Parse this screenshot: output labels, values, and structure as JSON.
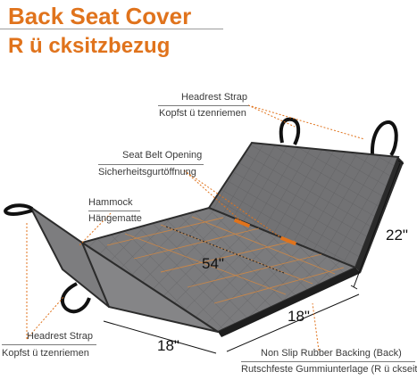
{
  "header": {
    "title": "Back Seat Cover",
    "subtitle": "R ü cksitzbezug"
  },
  "callouts": {
    "headrest_top_en": "Headrest Strap",
    "headrest_top_de": "Kopfst ü tzenriemen",
    "seatbelt_en": "Seat Belt Opening",
    "seatbelt_de": "Sicherheitsgurtöffnung",
    "hammock_en": "Hammock",
    "hammock_de": "Hängematte",
    "headrest_bottom_en": "Headrest Strap",
    "headrest_bottom_de": "Kopfst ü tzenriemen",
    "backing_en": "Non Slip Rubber Backing (Back)",
    "backing_de": "Rutschfeste Gummiunterlage (R ü ckseite)"
  },
  "dimensions": {
    "width": "54\"",
    "height": "22\"",
    "depth": "18\"",
    "flap": "18\""
  },
  "colors": {
    "accent": "#e0731c",
    "fabric": "#7b7b7d",
    "strap": "#111111",
    "leader": "#e0731c"
  }
}
